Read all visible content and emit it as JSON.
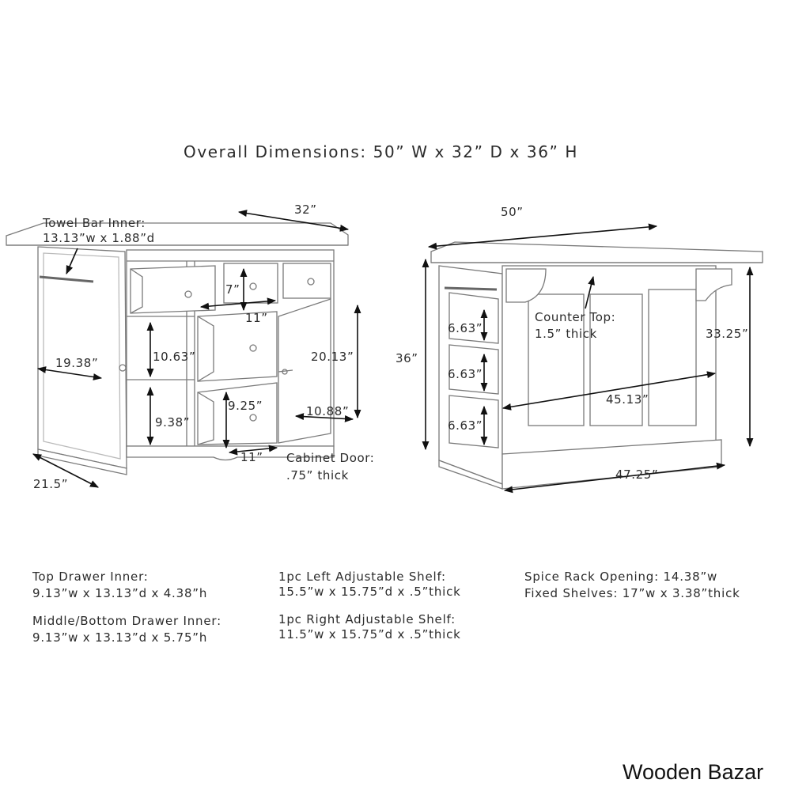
{
  "title": "Overall Dimensions: 50” W x 32” D x 36” H",
  "left_view": {
    "towel_bar": [
      "Towel Bar Inner:",
      "13.13”w x 1.88”d"
    ],
    "depth_top": "32”",
    "side_width": "19.38”",
    "base_depth": "21.5”",
    "top_drawer_h": "7”",
    "top_drawer_w": "11”",
    "shelf_upper": "10.63”",
    "shelf_lower": "9.38”",
    "middle_drawer_h": "9.25”",
    "bottom_drawer_w": "11”",
    "door_height": "20.13”",
    "door_width": "10.88”",
    "cabinet_door": [
      "Cabinet Door:",
      ".75” thick"
    ]
  },
  "right_view": {
    "width_top": "50”",
    "height_total": "36”",
    "height_body": "33.25”",
    "counter_top": [
      "Counter Top:",
      "1.5” thick"
    ],
    "spice_openings": [
      "6.63”",
      "6.63”",
      "6.63”"
    ],
    "inner_width": "45.13”",
    "base_width": "47.25”"
  },
  "notes": {
    "top_drawer": [
      "Top Drawer Inner:",
      "9.13”w x 13.13”d x 4.38”h"
    ],
    "mid_drawer": [
      "Middle/Bottom Drawer Inner:",
      "9.13”w x 13.13”d x 5.75”h"
    ],
    "left_shelf": [
      "1pc Left Adjustable Shelf:",
      "15.5”w x 15.75”d x .5”thick"
    ],
    "right_shelf": [
      "1pc Right Adjustable Shelf:",
      "11.5”w x 15.75”d x .5”thick"
    ],
    "spice_rack": [
      "Spice Rack Opening: 14.38”w",
      "Fixed Shelves: 17”w x 3.38”thick"
    ]
  },
  "brand": "Wooden Bazar",
  "colors": {
    "line": "#777777",
    "arrow": "#111111",
    "text": "#2b2b2b"
  }
}
